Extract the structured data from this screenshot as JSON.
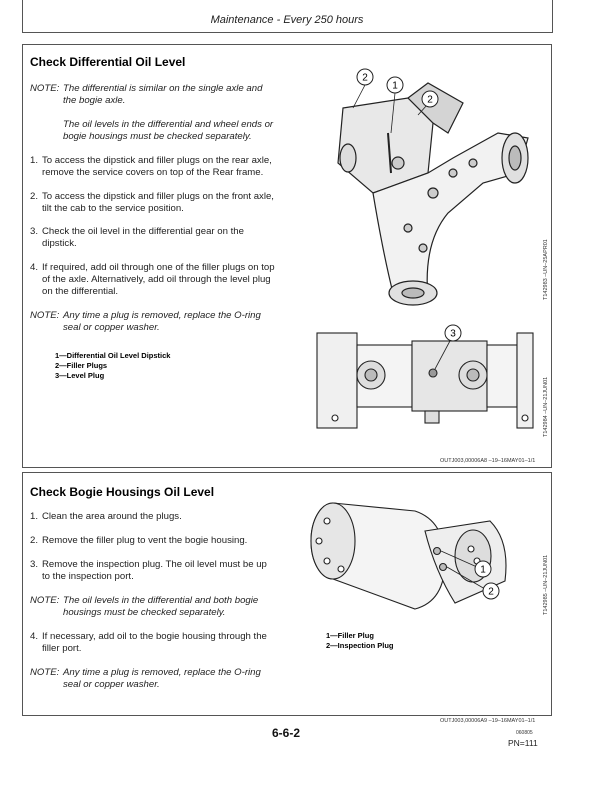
{
  "header": {
    "title": "Maintenance - Every 250 hours"
  },
  "section1": {
    "title": "Check Differential Oil Level",
    "note1_label": "NOTE:",
    "note1_line1": "The differential is similar on the single axle and",
    "note1_line2": "the bogie axle.",
    "note1_line3": "The oil levels in the differential and wheel ends or",
    "note1_line4": "bogie housings must be checked separately.",
    "steps": [
      {
        "num": "1.",
        "line1": "To access the dipstick and filler plugs on the rear axle,",
        "line2": "remove the service covers on top of the Rear frame.",
        "line3": ""
      },
      {
        "num": "2.",
        "line1": "To access the dipstick and filler plugs on the front axle,",
        "line2": "tilt the cab to the service position.",
        "line3": ""
      },
      {
        "num": "3.",
        "line1": "Check the oil level in the differential gear on the",
        "line2": "dipstick.",
        "line3": ""
      },
      {
        "num": "4.",
        "line1": "If required, add oil through one of the filler plugs on top",
        "line2": "of the axle. Alternatively, add oil through the level plug",
        "line3": "on the differential."
      }
    ],
    "note2_label": "NOTE:",
    "note2_line1": "Any time a plug is removed, replace the O-ring",
    "note2_line2": "seal or copper washer.",
    "legend": [
      "1—Differential Oil Level Dipstick",
      "2—Filler Plugs",
      "3—Level Plug"
    ],
    "figure1_ref": "T142983 –UN–25APR01",
    "figure2_ref": "T142984 –UN–21JUN01",
    "figure1_callouts": [
      "2",
      "1",
      "2"
    ],
    "figure2_callouts": [
      "3"
    ],
    "footer_ref": "OUTJ003,00006A8   –19–16MAY01–1/1"
  },
  "section2": {
    "title": "Check Bogie Housings Oil Level",
    "steps": [
      {
        "num": "1.",
        "line1": "Clean the area around the plugs.",
        "line2": ""
      },
      {
        "num": "2.",
        "line1": "Remove the filler plug to vent the bogie housing.",
        "line2": ""
      },
      {
        "num": "3.",
        "line1": "Remove the inspection plug. The oil level must be up",
        "line2": "to the inspection port."
      }
    ],
    "note1_label": "NOTE:",
    "note1_line1": "The oil levels in the differential and both bogie",
    "note1_line2": "housings must be checked separately.",
    "step4": {
      "num": "4.",
      "line1": "If necessary, add oil to the bogie housing through the",
      "line2": "filler port."
    },
    "note2_label": "NOTE:",
    "note2_line1": "Any time a plug is removed, replace the O-ring",
    "note2_line2": "seal or copper washer.",
    "legend": [
      "1—Filler Plug",
      "2—Inspection Plug"
    ],
    "figure_ref": "T142985 –UN–21JUN01",
    "figure_callouts": [
      "1",
      "2"
    ],
    "footer_ref": "OUTJ003,00006A9   –19–16MAY01–1/1"
  },
  "footer": {
    "page": "6-6-2",
    "code": "060805",
    "pn": "PN=111"
  }
}
